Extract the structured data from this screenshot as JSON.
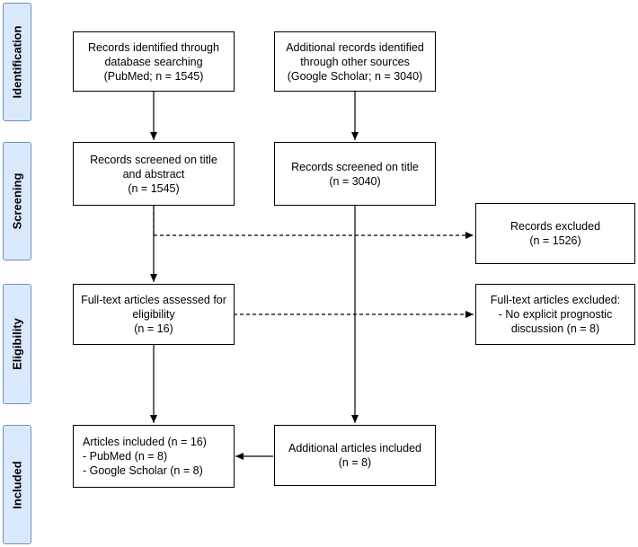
{
  "stages": {
    "identification": "Identification",
    "screening": "Screening",
    "eligibility": "Eligibility",
    "included": "Included"
  },
  "boxes": {
    "records_identified": [
      "Records identified through",
      "database searching",
      "(PubMed; n = 1545)"
    ],
    "additional_records": [
      "Additional records identified",
      "through other sources",
      "(Google Scholar; n = 3040)"
    ],
    "screened_title_abstract": [
      "Records screened on title",
      "and abstract",
      "(n = 1545)"
    ],
    "screened_title": [
      "Records screened on title",
      "(n = 3040)"
    ],
    "records_excluded": [
      "Records excluded",
      "(n = 1526)"
    ],
    "fulltext_assessed": [
      "Full-text articles assessed for",
      "eligibility",
      "(n = 16)"
    ],
    "fulltext_excluded": [
      "Full-text articles excluded:",
      "- No explicit prognostic",
      "discussion (n = 8)"
    ],
    "articles_included": [
      "Articles included (n = 16)",
      "- PubMed (n = 8)",
      "- Google Scholar (n = 8)"
    ],
    "additional_included": [
      "Additional articles included",
      "(n = 8)"
    ]
  }
}
